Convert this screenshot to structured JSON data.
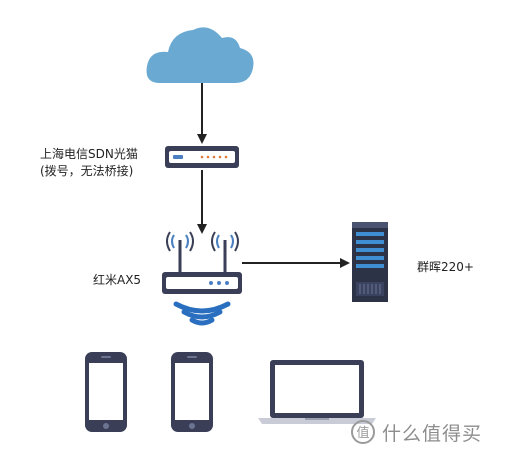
{
  "nodes": {
    "cloud": {
      "icon": "cloud-icon"
    },
    "modem": {
      "label": "上海电信SDN光猫",
      "note": "(拨号，无法桥接)",
      "icon": "modem-icon"
    },
    "router": {
      "label": "红米AX5",
      "icon": "router-icon"
    },
    "nas": {
      "label": "群晖220+",
      "icon": "server-icon"
    },
    "wifi": {
      "icon": "wifi-signal-icon"
    },
    "devices": [
      {
        "icon": "phone-icon"
      },
      {
        "icon": "phone-icon"
      },
      {
        "icon": "laptop-icon"
      }
    ]
  },
  "edges": [
    {
      "from": "cloud",
      "to": "modem"
    },
    {
      "from": "modem",
      "to": "router"
    },
    {
      "from": "router",
      "to": "nas"
    }
  ],
  "colors": {
    "cloud": "#6aa9d2",
    "device_dark": "#3a3f57",
    "line": "#222222",
    "nas_body": "#2c3347",
    "nas_accent": "#3f8ed3"
  },
  "watermark": {
    "text": "什么值得买",
    "icon": "smzdm-logo-icon"
  }
}
